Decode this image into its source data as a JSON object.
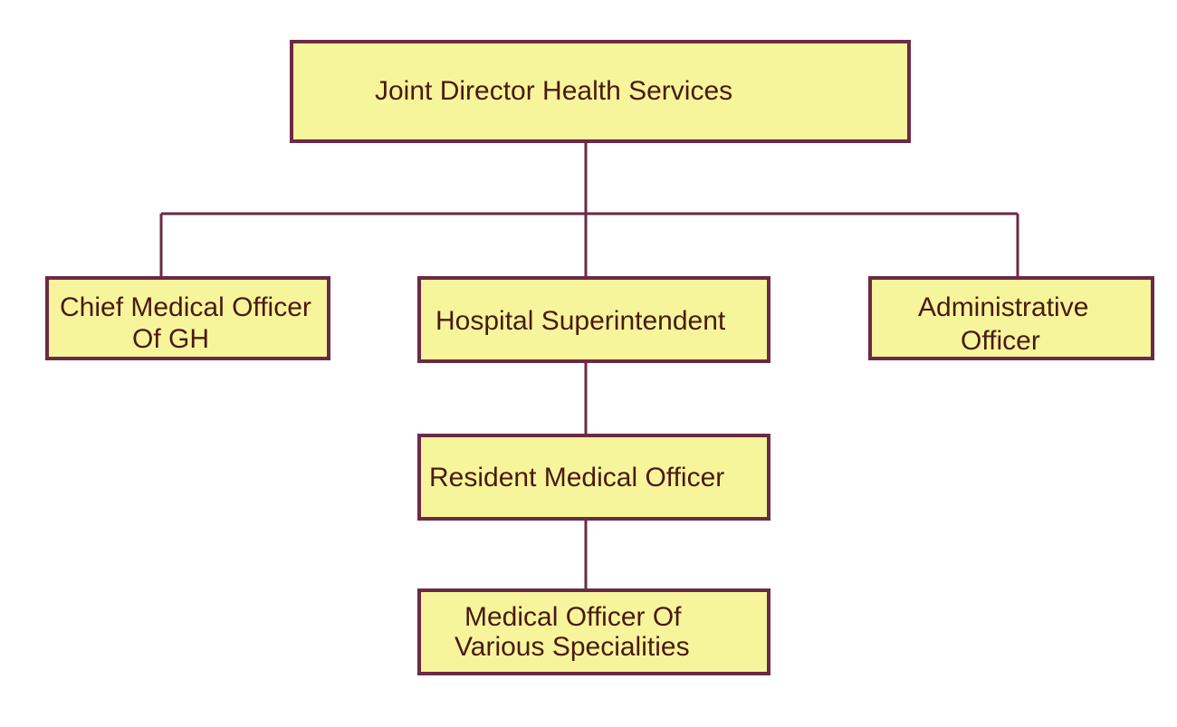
{
  "diagram": {
    "type": "org-chart",
    "colors": {
      "box_fill": "#f7f59c",
      "box_border": "#6b2a45",
      "connector": "#6b2a45",
      "text": "#4a1a12"
    },
    "nodes": [
      {
        "id": "jdhs",
        "lines": [
          "Joint Director Health Services"
        ]
      },
      {
        "id": "cmo",
        "lines": [
          "Chief Medical Officer",
          "Of GH"
        ]
      },
      {
        "id": "hs",
        "lines": [
          "Hospital Superintendent"
        ]
      },
      {
        "id": "ao",
        "lines": [
          "Administrative",
          "Officer"
        ]
      },
      {
        "id": "rmo",
        "lines": [
          "Resident Medical Officer"
        ]
      },
      {
        "id": "mo",
        "lines": [
          "Medical Officer Of",
          "Various Specialities"
        ]
      }
    ],
    "edges": [
      {
        "from": "jdhs",
        "to": "cmo"
      },
      {
        "from": "jdhs",
        "to": "hs"
      },
      {
        "from": "jdhs",
        "to": "ao"
      },
      {
        "from": "hs",
        "to": "rmo"
      },
      {
        "from": "rmo",
        "to": "mo"
      }
    ]
  }
}
